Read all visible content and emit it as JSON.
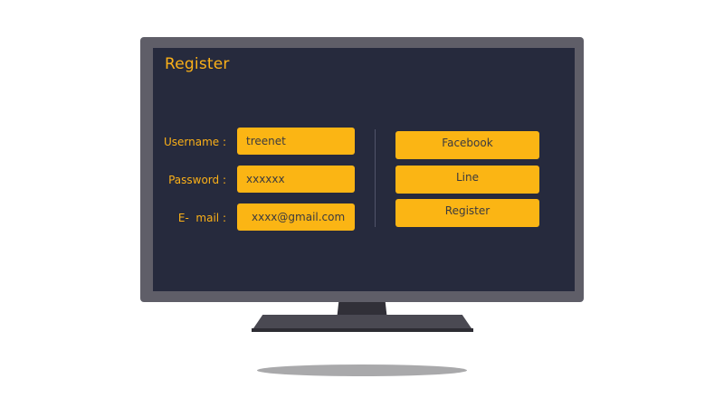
{
  "screen": {
    "title": "Register"
  },
  "form": {
    "username_label": "Username :",
    "username_value": "treenet",
    "password_label": "Password :",
    "password_value": "xxxxxx",
    "email_label": "E-  mail :",
    "email_value": "xxxx@gmail.com"
  },
  "actions": {
    "facebook_label": "Facebook",
    "line_label": "Line",
    "register_label": "Register"
  },
  "colors": {
    "accent": "#fbb514",
    "screen_background": "#262a3d",
    "bezel": "#5f5e68"
  }
}
